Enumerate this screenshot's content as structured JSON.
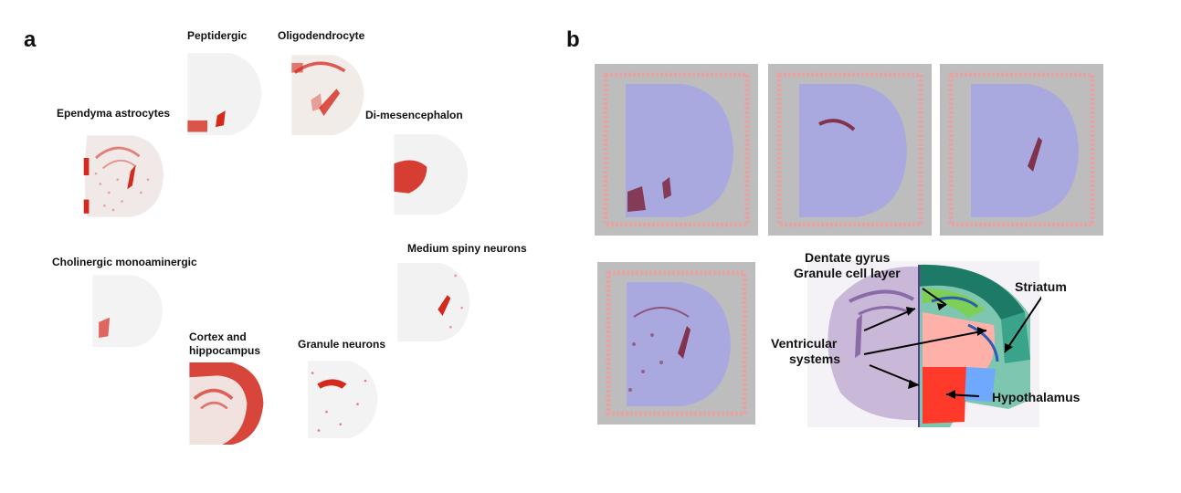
{
  "panels": {
    "a": {
      "letter": "a",
      "labels": {
        "peptidergic": "Peptidergic",
        "oligodendrocyte": "Oligodendrocyte",
        "ependyma": "Ependyma astrocytes",
        "dimesencephalon": "Di-mesencephalon",
        "cholinergic": "Cholinergic monoaminergic",
        "medium_spiny": "Medium spiny neurons",
        "cortex_line1": "Cortex and",
        "cortex_line2": "hippocampus",
        "granule_neurons": "Granule neurons"
      }
    },
    "b": {
      "letter": "b",
      "labels": {
        "dentate_line1": "Dentate gyrus",
        "dentate_line2": "Granule cell layer",
        "striatum": "Striatum",
        "ventricular_line1": "Ventricular",
        "ventricular_line2": "systems",
        "hypothalamus": "Hypothalamus"
      }
    }
  },
  "colors": {
    "spot_red": "#d42a1e",
    "tissue_grey": "#f1f1f1",
    "slide_grey": "#bdbdbd",
    "fiducial_pink": "#e6a3a3",
    "he_lavender": "#a9a9e0",
    "he_dark": "#7a1f34"
  }
}
